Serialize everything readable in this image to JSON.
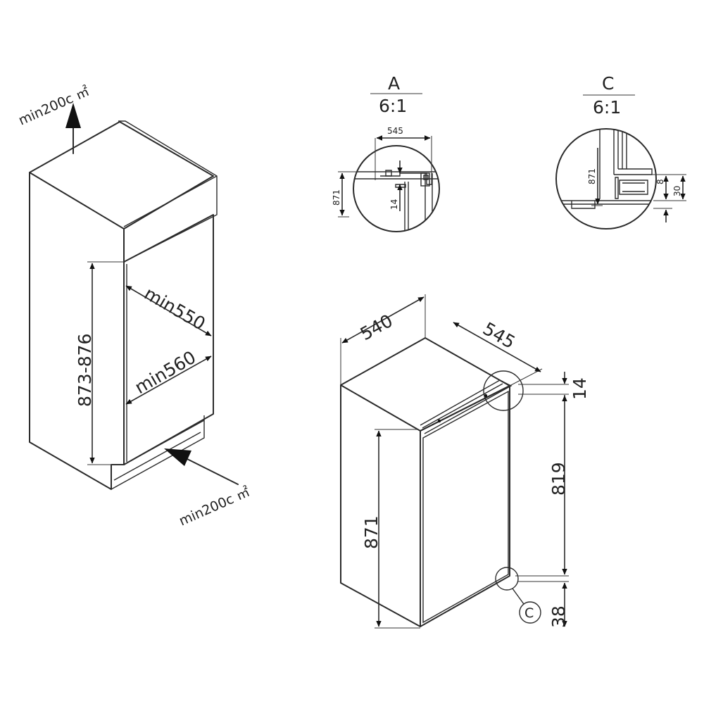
{
  "left_view": {
    "vent_top": "min200c ㎡",
    "vent_bottom": "min200c ㎡",
    "niche_height": "873-876",
    "niche_depth": "min550",
    "niche_width": "min560"
  },
  "detail_a": {
    "letter": "A",
    "scale": "6:1",
    "dim_545": "545",
    "dim_871": "871",
    "dim_14": "14"
  },
  "detail_c": {
    "letter": "C",
    "scale": "6:1",
    "dim_871": "871",
    "dim_8": "8",
    "dim_30": "30"
  },
  "appliance_view": {
    "width": "540",
    "depth": "545",
    "height": "871",
    "top_gap": "14",
    "door_height": "819",
    "bottom_gap": "38",
    "detail_c_marker": "C"
  }
}
